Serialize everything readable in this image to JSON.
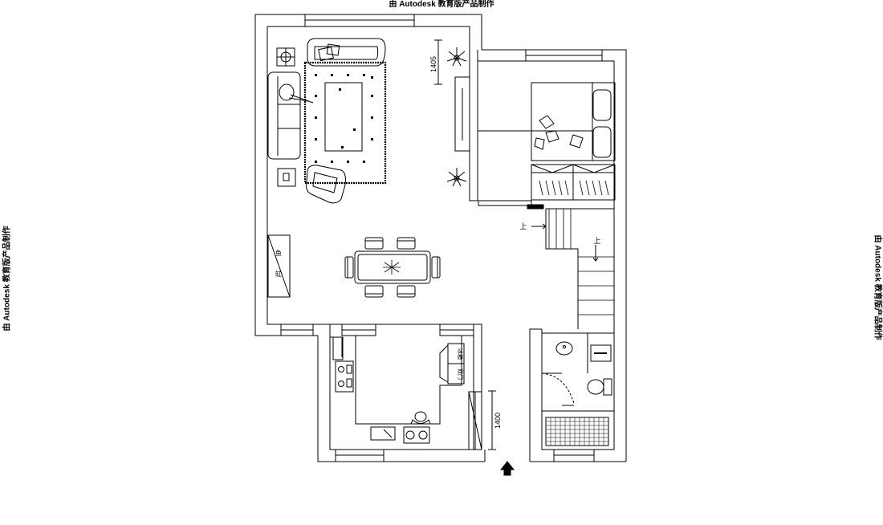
{
  "watermark": "由 Autodesk 教育版产品制作",
  "dimensions": {
    "living_room_depth": "1405",
    "kitchen_width": "1400"
  },
  "labels": {
    "fish_tank_1": "鱼",
    "fish_tank_2": "缸",
    "fridge_1": "冰箱",
    "fridge_2": "双门",
    "stairs_up_1": "上",
    "stairs_up_2": "上"
  },
  "colors": {
    "line": "#000000",
    "background": "#ffffff"
  }
}
